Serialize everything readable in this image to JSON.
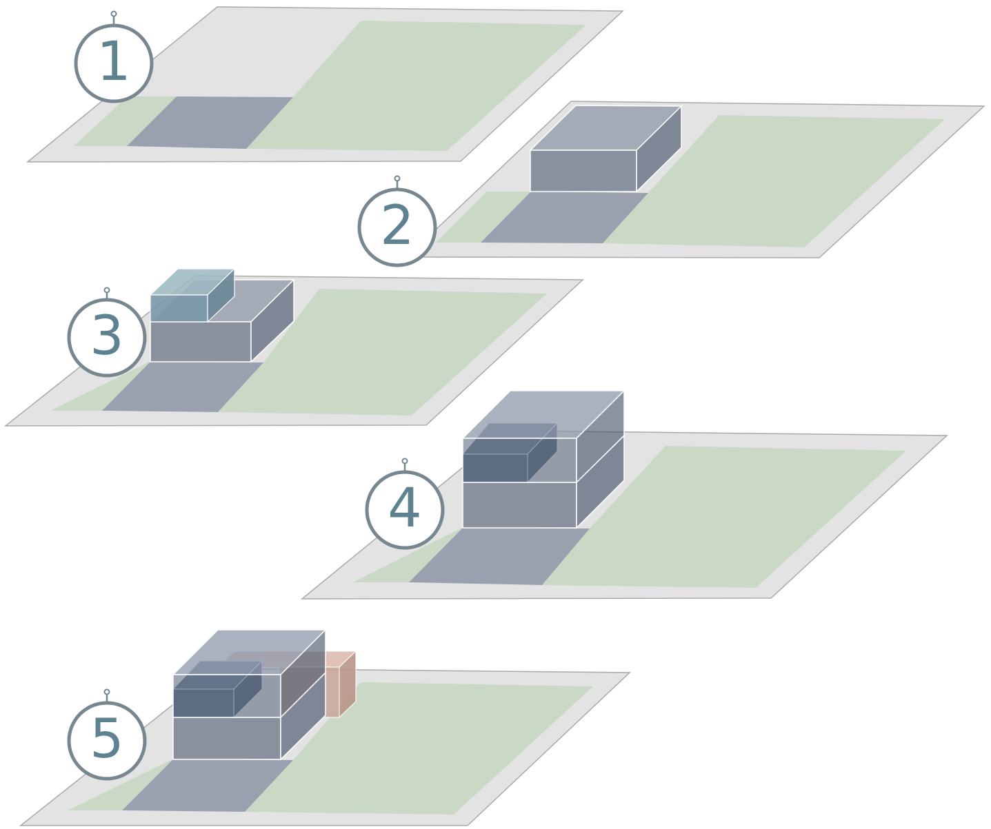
{
  "diagram": {
    "title": "",
    "steps": [
      {
        "label": "1"
      },
      {
        "label": "2"
      },
      {
        "label": "3"
      },
      {
        "label": "4"
      },
      {
        "label": "5"
      }
    ],
    "colors": {
      "site_plate": "#e3e3e3",
      "site_edge": "#a9a9a9",
      "green_area": "#cad9c5",
      "paved_area": "#9aa0ae",
      "volume_top": "#a4aab6",
      "volume_front": "#8a919e",
      "volume_side": "#7f8695",
      "glass_volume": "#7a97a8",
      "dark_volume": "#5a6b80",
      "timber_volume": "#c9a79c",
      "badge_text": "#5f8291"
    }
  }
}
